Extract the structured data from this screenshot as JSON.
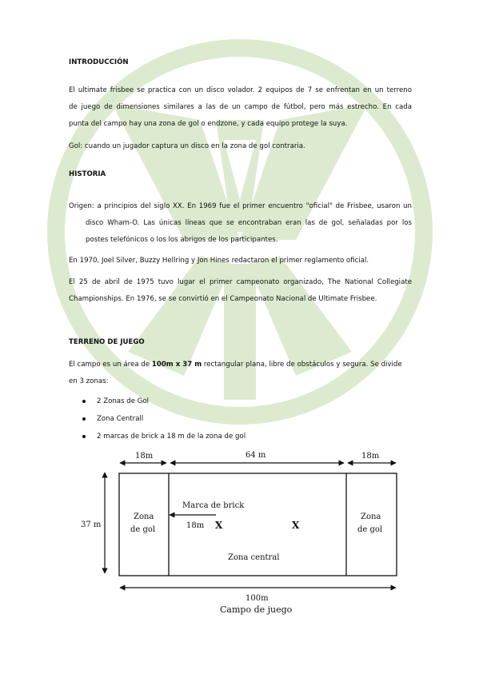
{
  "intro": {
    "heading": "INTRODUCCIÓN",
    "p1_lines": [
      "El ultimate frisbee se practica con un disco volador. 2 equipos de 7 se enfrentan en un terreno",
      "de juego de dimensiones similares a las de un campo de fútbol, pero más estrecho. En cada",
      "punta del campo hay una zona de gol o endzone, y cada equipo protege la suya."
    ],
    "p2": "Gol: cuando un jugador captura un disco en la zona de gol contraria."
  },
  "history": {
    "heading": "HISTORIA",
    "p1_lines": [
      "Origen: a principios del siglo XX. En 1969 fue el primer encuentro \"oficial\" de Frisbee, usaron un",
      "disco Wham-O. Las únicas líneas que se encontraban eran las de gol, señaladas por los",
      "postes telefónicos o los los abrigos de los participantes."
    ],
    "p2": "En 1970, Joel Silver, Buzzy Hellring y Jon Hines redactaron el primer reglamento oficial.",
    "p3_lines": [
      "El 25 de abril de 1975 tuvo lugar el primer campeonato organizado, The National Collegiate",
      "Championships. En 1976, se se convirtió en el Campeonato Nacional de Ultimate Frisbee."
    ]
  },
  "field": {
    "heading": "TERRENO DE JUEGO",
    "p1_pre": "El campo es un área de ",
    "p1_bold": "100m x 37 m",
    "p1_post": " rectangular plana, libre de obstáculos y segura. Se divide",
    "p1_line2": "en 3 zonas:",
    "bullets": [
      "2 Zonas de Gol",
      "Zona Centrall",
      "2 marcas de brick a 18 m de la zona de gol"
    ]
  },
  "diagram": {
    "left_width": "18m",
    "center_width": "64 m",
    "right_width": "18m",
    "height": "37 m",
    "left_zone_l1": "Zona",
    "left_zone_l2": "de gol",
    "right_zone_l1": "Zona",
    "right_zone_l2": "de gol",
    "brick_label": "Marca de brick",
    "brick_dist": "18m",
    "mark1": "X",
    "mark2": "X",
    "center_label": "Zona central",
    "total_length": "100m",
    "caption": "Campo de juego"
  },
  "colors": {
    "watermark": "#dcebcf",
    "text": "#111111"
  }
}
